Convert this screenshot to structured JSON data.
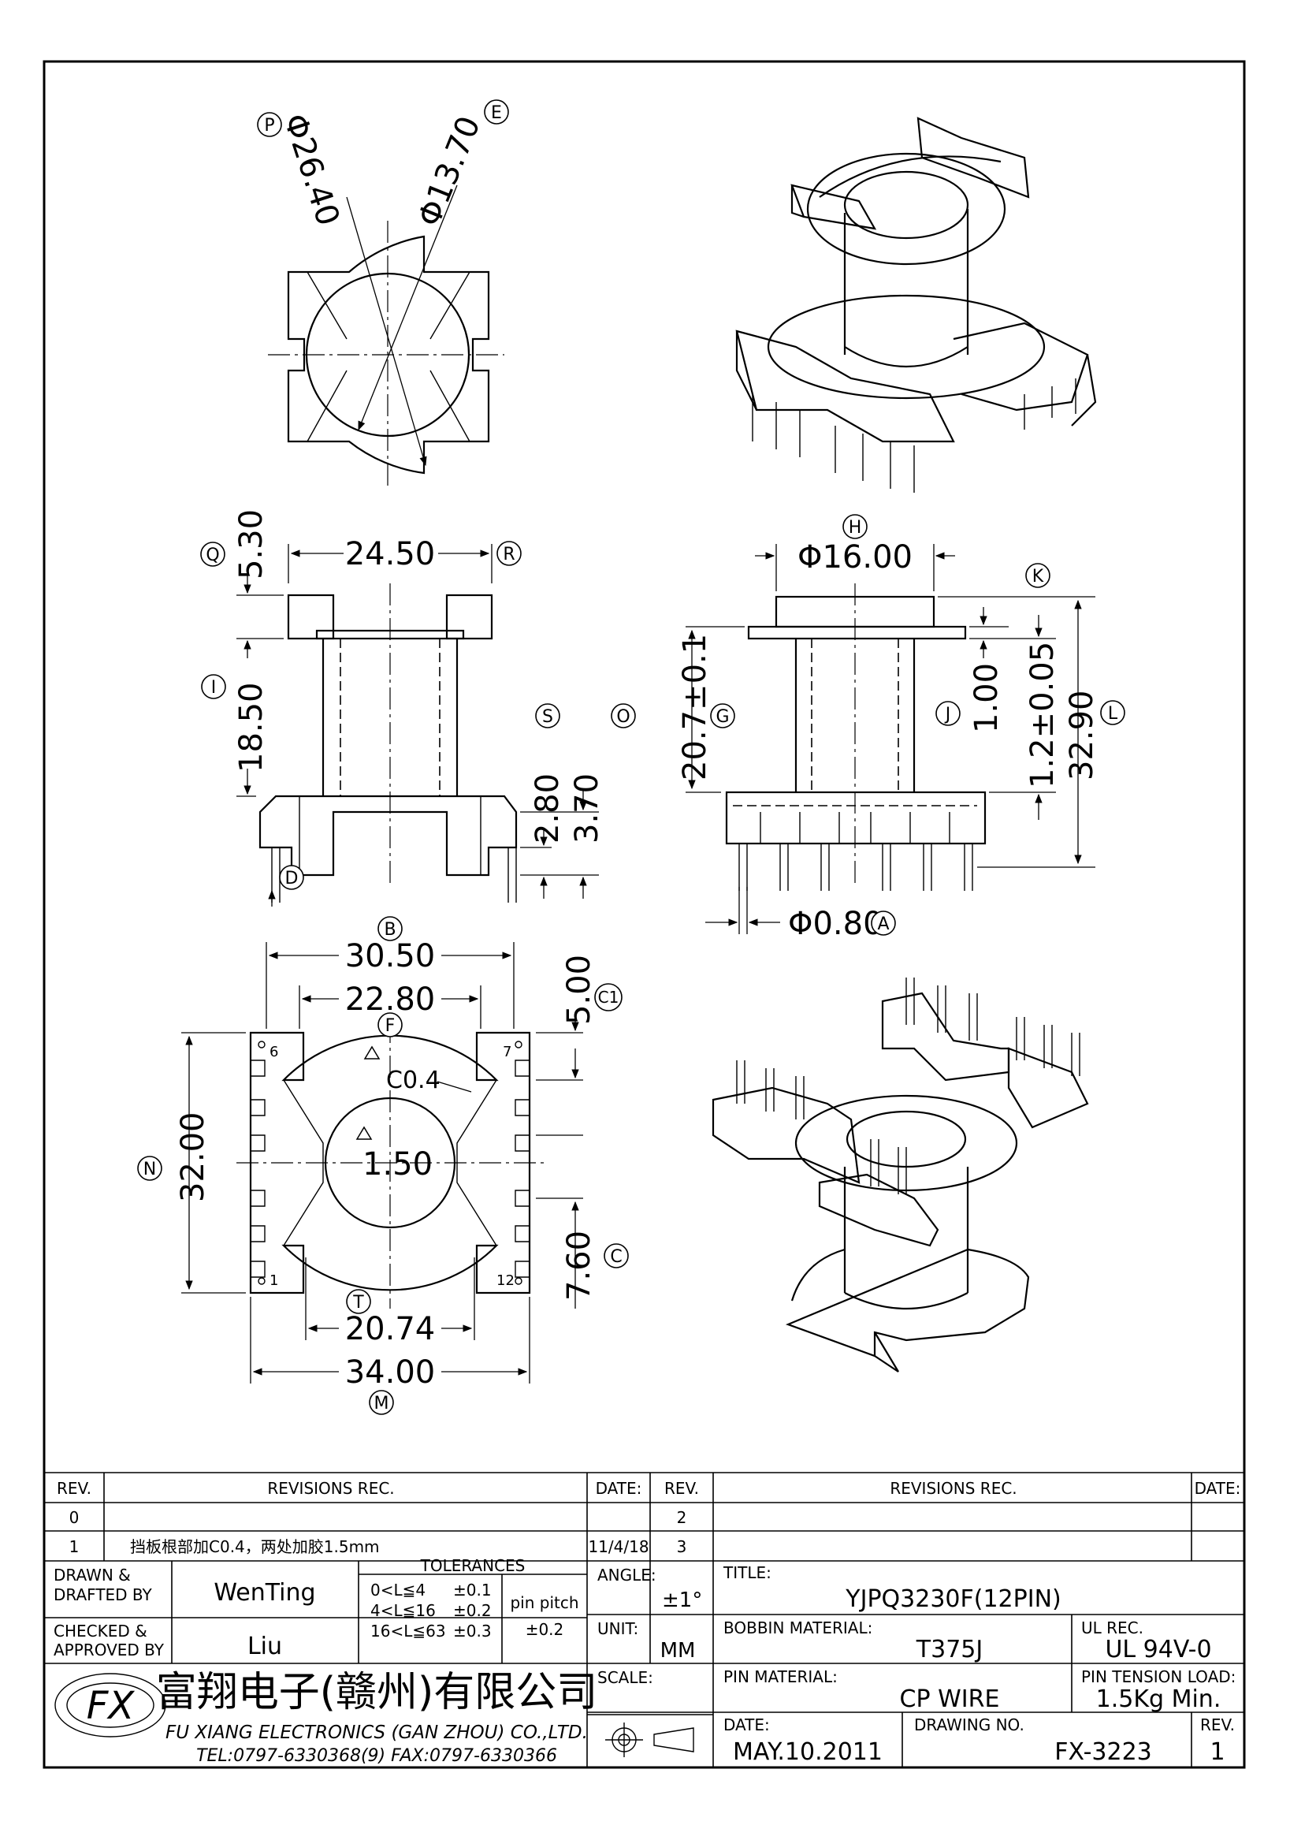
{
  "drawing": {
    "views": {
      "top": {
        "dims": [
          "Φ26.40",
          "Φ13.70"
        ],
        "markers": [
          "P",
          "E"
        ]
      },
      "front": {
        "dims": [
          "24.50",
          "5.30",
          "18.50",
          "2.80",
          "3.70"
        ],
        "markers": [
          "Q",
          "R",
          "I",
          "S",
          "O",
          "D"
        ]
      },
      "side": {
        "dims": [
          "Φ16.00",
          "20.7±0.1",
          "1.00",
          "1.2±0.05",
          "32.90",
          "Φ0.80"
        ],
        "markers": [
          "H",
          "K",
          "G",
          "J",
          "L",
          "A"
        ]
      },
      "bottom": {
        "dims": [
          "30.50",
          "22.80",
          "5.00",
          "C0.4",
          "1.50",
          "32.00",
          "7.60",
          "20.74",
          "34.00"
        ],
        "markers": [
          "B",
          "C1",
          "F",
          "N",
          "C",
          "T",
          "M"
        ],
        "pin_numbers": [
          "6",
          "7",
          "1",
          "12"
        ]
      }
    }
  },
  "title_block": {
    "rev_header": "REV.",
    "revisions_header": "REVISIONS   REC.",
    "date_header": "DATE:",
    "rev_left": [
      {
        "rev": "0",
        "text": "",
        "date": ""
      },
      {
        "rev": "1",
        "text": "挡板根部加C0.4，两处加胶1.5mm",
        "date": "11/4/18"
      }
    ],
    "rev_right": [
      {
        "rev": "2",
        "text": "",
        "date": ""
      },
      {
        "rev": "3",
        "text": "",
        "date": ""
      }
    ],
    "drawn_label": [
      "DRAWN &",
      "DRAFTED BY"
    ],
    "drawn_by": "WenTing",
    "checked_label": [
      "CHECKED &",
      "APPROVED BY"
    ],
    "checked_by": "Liu",
    "tolerances_label": "TOLERANCES",
    "tolerances": [
      {
        "range": "0<L≦4",
        "tol": "±0.1"
      },
      {
        "range": "4<L≦16",
        "tol": "±0.2"
      },
      {
        "range": "16<L≦63",
        "tol": "±0.3"
      }
    ],
    "pin_pitch_label": "pin pitch",
    "pin_pitch": "±0.2",
    "angle_label": "ANGLE:",
    "angle": "±1°",
    "unit_label": "UNIT:",
    "unit": "MM",
    "scale_label": "SCALE:",
    "title_label": "TITLE:",
    "title": "YJPQ3230F(12PIN)",
    "bobbin_label": "BOBBIN MATERIAL:",
    "bobbin": "T375J",
    "ul_label": "UL REC.",
    "ul": "UL 94V-0",
    "pin_mat_label": "PIN MATERIAL:",
    "pin_mat": "CP WIRE",
    "tension_label": "PIN TENSION LOAD:",
    "tension": "1.5Kg Min.",
    "date_label": "DATE:",
    "date": "MAY.10.2011",
    "drawing_no_label": "DRAWING NO.",
    "drawing_no": "FX-3223",
    "rev_label": "REV.",
    "rev": "1",
    "company_cn": "富翔电子(赣州)有限公司",
    "company_en": "FU XIANG ELECTRONICS (GAN ZHOU) CO.,LTD.",
    "contact": "TEL:0797-6330368(9)  FAX:0797-6330366",
    "logo_text": "FX"
  }
}
